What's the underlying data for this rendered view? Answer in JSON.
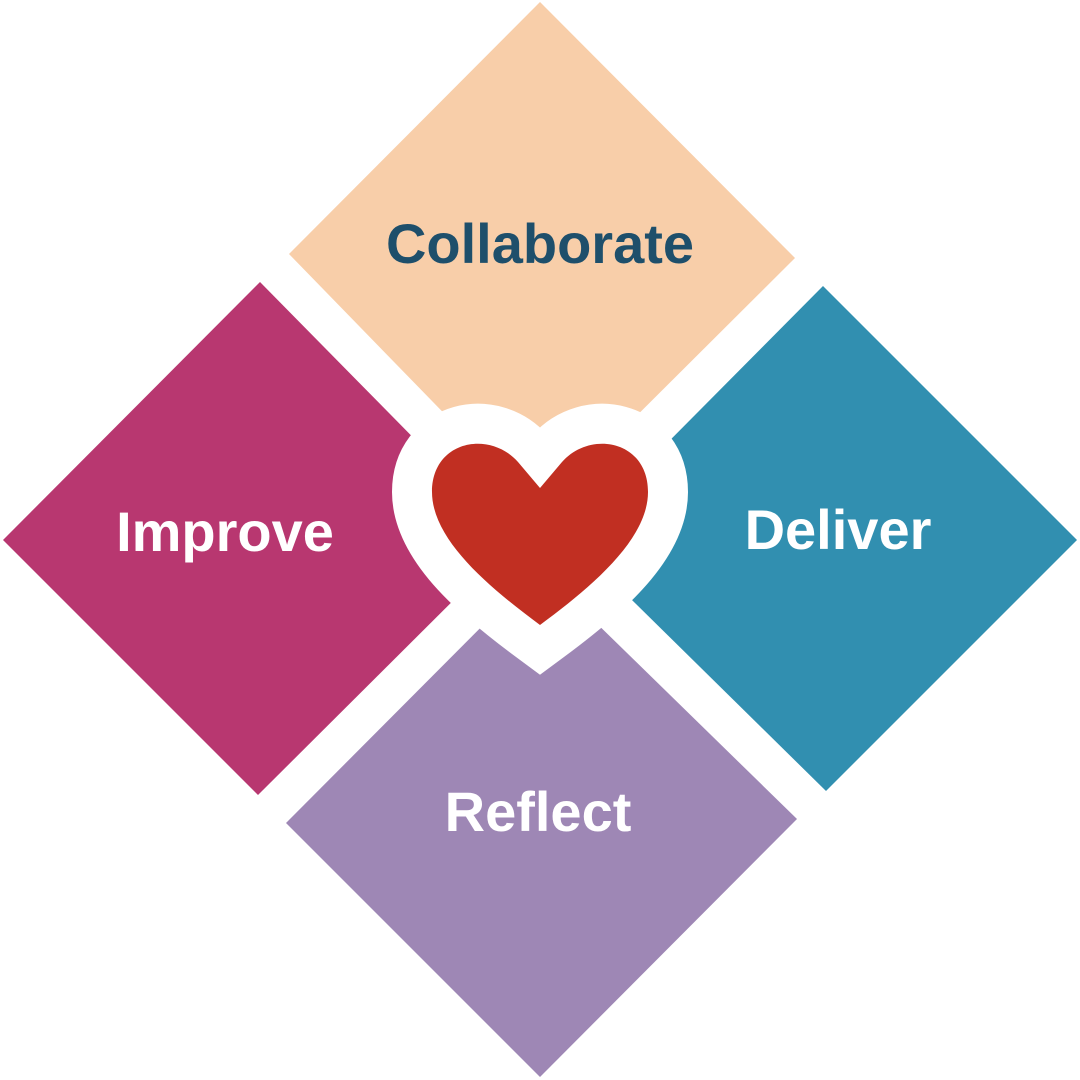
{
  "diagram": {
    "segments": [
      {
        "id": "top",
        "label": "Collaborate",
        "fill": "#F8CEA9",
        "text_color": "#1E4F6B"
      },
      {
        "id": "right",
        "label": "Deliver",
        "fill": "#318FB0",
        "text_color": "#FFFFFF"
      },
      {
        "id": "bottom",
        "label": "Reflect",
        "fill": "#9E87B5",
        "text_color": "#FFFFFF"
      },
      {
        "id": "left",
        "label": "Improve",
        "fill": "#B83770",
        "text_color": "#FFFFFF"
      }
    ],
    "center_icon": {
      "name": "heart-icon",
      "fill": "#C12F22",
      "outline": "#FFFFFF"
    }
  }
}
